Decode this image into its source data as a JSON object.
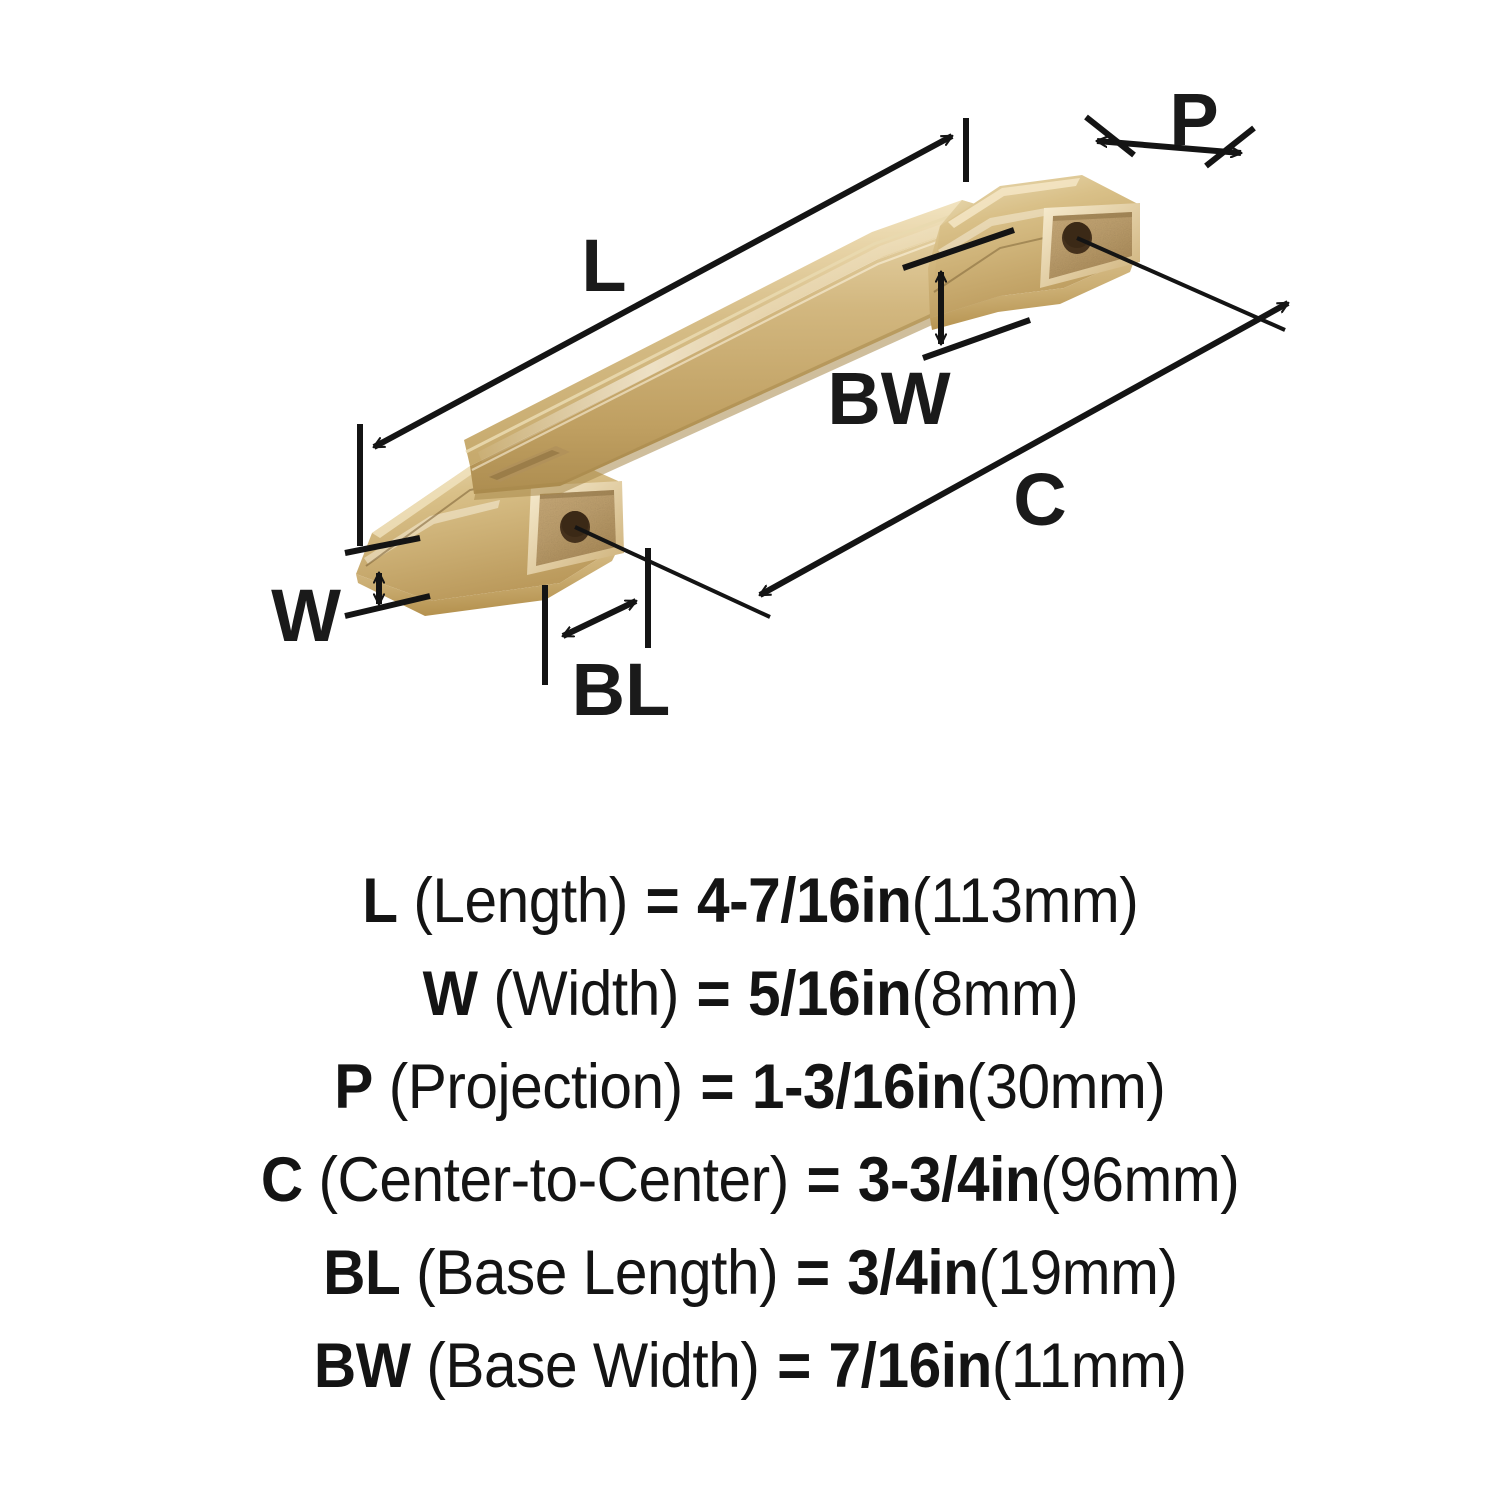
{
  "product": {
    "type": "cabinet-pull-handle",
    "finish_color": "#c9a96a",
    "finish_highlight": "#efe0bb",
    "finish_shadow": "#9c7e48",
    "base_texture_color": "#bfa170",
    "screw_hole_color": "#45311c",
    "line_color": "#141414"
  },
  "diagram": {
    "labels": {
      "length": "L",
      "width": "W",
      "projection": "P",
      "center_to_center": "C",
      "base_length": "BL",
      "base_width": "BW"
    }
  },
  "legend": {
    "rows": [
      {
        "code": "L",
        "name": "(Length)",
        "eq": "=",
        "value": "4-7/16in",
        "metric": "(113mm)"
      },
      {
        "code": "W",
        "name": "(Width)",
        "eq": "=",
        "value": "5/16in",
        "metric": "(8mm)"
      },
      {
        "code": "P",
        "name": "(Projection)",
        "eq": "=",
        "value": "1-3/16in",
        "metric": "(30mm)"
      },
      {
        "code": "C",
        "name": "(Center-to-Center)",
        "eq": "=",
        "value": "3-3/4in",
        "metric": "(96mm)"
      },
      {
        "code": "BL",
        "name": "(Base Length)",
        "eq": "=",
        "value": "3/4in",
        "metric": "(19mm)"
      },
      {
        "code": "BW",
        "name": "(Base Width)",
        "eq": "=",
        "value": "7/16in",
        "metric": "(11mm)"
      }
    ]
  }
}
